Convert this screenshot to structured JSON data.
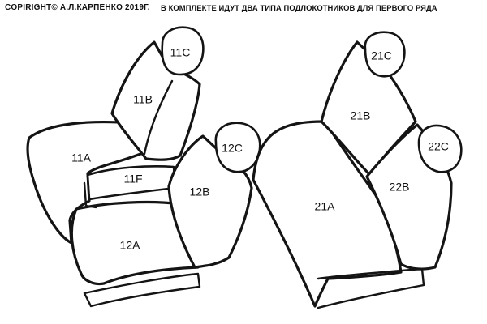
{
  "header": {
    "copyright": "COPIRIGHT© А.Л.КАРПЕНКО 2019Г.",
    "note": "В КОМПЛЕКТЕ ИДУТ ДВА ТИПА ПОДЛОКОТНИКОВ ДЛЯ ПЕРВОГО РЯДА"
  },
  "parts": {
    "p11C": "11C",
    "p11B": "11B",
    "p11A": "11A",
    "p11F": "11F",
    "p12A": "12A",
    "p12B": "12B",
    "p12C": "12C",
    "p21C": "21C",
    "p21B": "21B",
    "p21A": "21A",
    "p22C": "22C",
    "p22B": "22B"
  },
  "colors": {
    "line": "#141414",
    "background": "#ffffff"
  }
}
